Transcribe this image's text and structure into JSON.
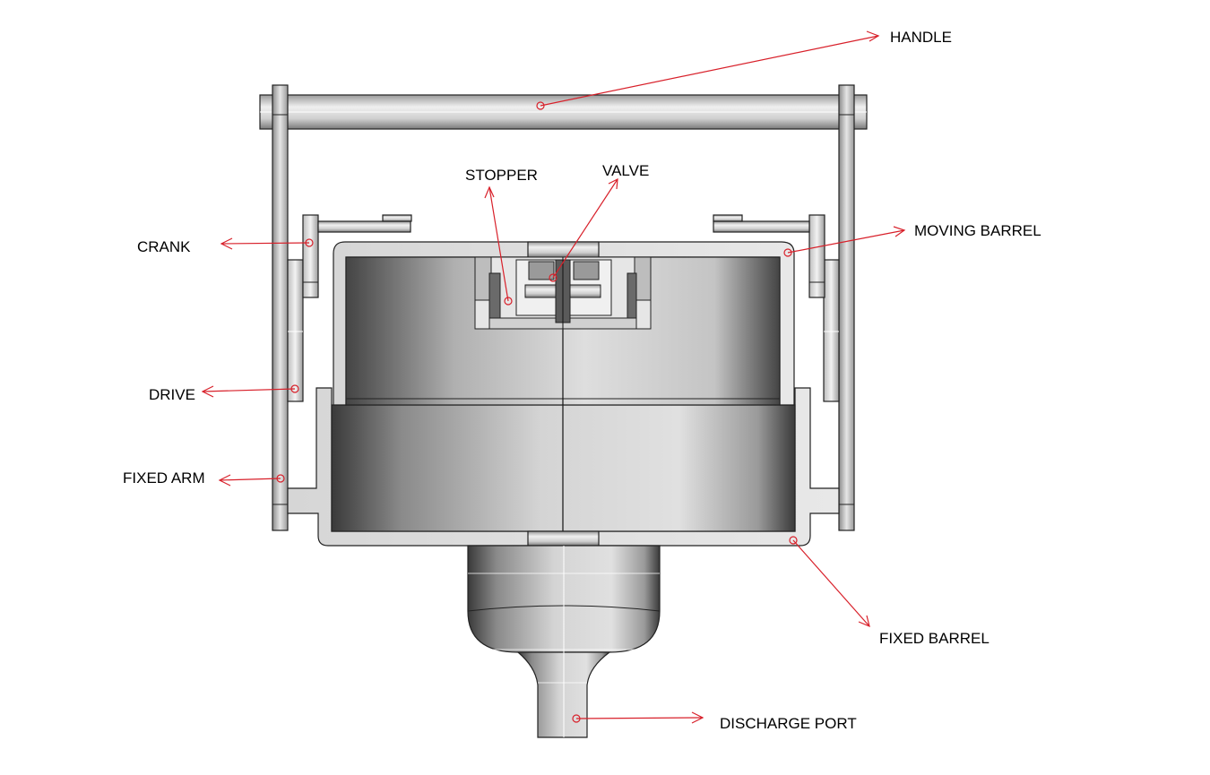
{
  "labels": {
    "handle": "HANDLE",
    "stopper": "STOPPER",
    "valve": "VALVE",
    "moving_barrel": "MOVING BARREL",
    "crank": "CRANK",
    "drive": "DRIVE",
    "fixed_arm": "FIXED ARM",
    "fixed_barrel": "FIXED BARREL",
    "discharge_port": "DISCHARGE PORT"
  },
  "colors": {
    "leader": "#d8202a",
    "outline": "#222222",
    "background": "#ffffff"
  }
}
